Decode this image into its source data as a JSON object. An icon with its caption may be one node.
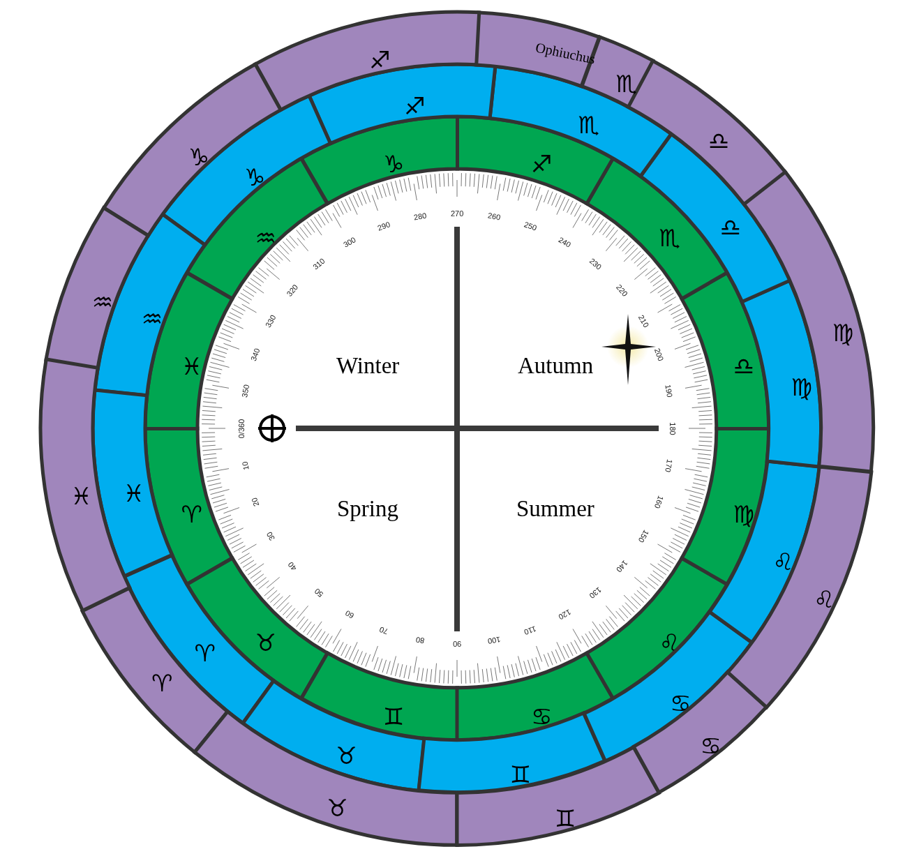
{
  "diagram": {
    "nodes": [
      {
        "text": [
          "♈"
        ]
      },
      {
        "text": [
          "♉"
        ]
      },
      {
        "text": [
          "♊"
        ]
      },
      {
        "text": [
          "♋"
        ]
      },
      {
        "text": [
          "♌"
        ]
      },
      {
        "text": [
          "♍"
        ]
      },
      {
        "text": [
          "♎"
        ]
      },
      {
        "text": [
          "♏"
        ]
      },
      {
        "text": [
          "♐"
        ]
      },
      {
        "text": [
          "♑"
        ]
      },
      {
        "text": [
          "♒"
        ]
      },
      {
        "text": [
          "♓"
        ]
      },
      {
        "text": [
          "♈"
        ]
      },
      {
        "text": [
          "♉"
        ]
      },
      {
        "text": [
          "♊"
        ]
      },
      {
        "text": [
          "♋"
        ]
      },
      {
        "text": [
          "♌"
        ]
      },
      {
        "text": [
          "♍"
        ]
      },
      {
        "text": [
          "♎"
        ]
      },
      {
        "text": [
          "♏"
        ]
      },
      {
        "text": [
          "♐"
        ]
      },
      {
        "text": [
          "♑"
        ]
      },
      {
        "text": [
          "♒"
        ]
      },
      {
        "text": [
          "♓"
        ]
      },
      {
        "text": [
          "♈"
        ]
      },
      {
        "text": [
          "♉"
        ]
      },
      {
        "text": [
          "♊"
        ]
      },
      {
        "text": [
          "♋"
        ]
      },
      {
        "text": [
          "♌"
        ]
      },
      {
        "text": [
          "♍"
        ]
      },
      {
        "text": [
          "♎"
        ]
      },
      {
        "text": [
          "♏"
        ]
      },
      {
        "text": [
          "Ophiuchus"
        ]
      },
      {
        "text": [
          "♐"
        ]
      },
      {
        "text": [
          "♑"
        ]
      },
      {
        "text": [
          "♒"
        ]
      },
      {
        "text": [
          "♓"
        ]
      }
    ],
    "edges": [],
    "labels": [
      "Winter",
      "Autumn",
      "Spring",
      "Summer",
      "0/360",
      "10",
      "20",
      "30",
      "40",
      "50",
      "60",
      "70",
      "80",
      "90",
      "100",
      "110",
      "120",
      "130",
      "140",
      "150",
      "160",
      "170",
      "180",
      "190",
      "200",
      "210",
      "220",
      "230",
      "240",
      "250",
      "260",
      "270",
      "280",
      "290",
      "300",
      "310",
      "320",
      "330",
      "340",
      "350"
    ]
  }
}
